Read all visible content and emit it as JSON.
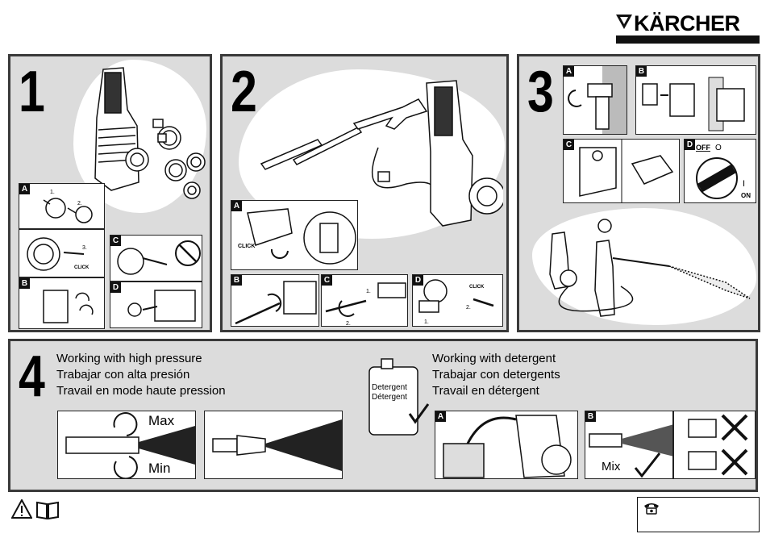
{
  "brand": {
    "name": "KÄRCHER"
  },
  "step1": {
    "number": "1",
    "labels": {
      "a": "A",
      "b": "B",
      "c": "C",
      "d": "D"
    },
    "callouts": {
      "n1": "1.",
      "n2": "2.",
      "n3": "3.",
      "click": "CLICK"
    }
  },
  "step2": {
    "number": "2",
    "labels": {
      "a": "A",
      "b": "B",
      "c": "C",
      "d": "D"
    },
    "callouts": {
      "click_a": "CLICK",
      "click_d": "CLICK",
      "n1": "1.",
      "n2": "2.",
      "d1": "1.",
      "d2": "2."
    }
  },
  "step3": {
    "number": "3",
    "labels": {
      "a": "A",
      "b": "B",
      "c": "C",
      "d": "D"
    },
    "switch": {
      "off": "OFF",
      "zero": "O",
      "one": "I",
      "on": "ON"
    }
  },
  "step4": {
    "number": "4",
    "high_pressure": [
      "Working with high pressure",
      "Trabajar con alta presión",
      "Travail en mode haute pression"
    ],
    "detergent": [
      "Working with detergent",
      "Trabajar con detergents",
      "Travail en détergent"
    ],
    "max": "Max",
    "min": "Min",
    "mix": "Mix",
    "bottle_text": [
      "Detergent",
      "Détergent"
    ],
    "labels": {
      "a": "A",
      "b": "B"
    }
  },
  "footer": {
    "warning_icon": "warning-triangle-icon",
    "manual_icon": "open-book-icon",
    "phone_icon": "telephone-icon"
  }
}
